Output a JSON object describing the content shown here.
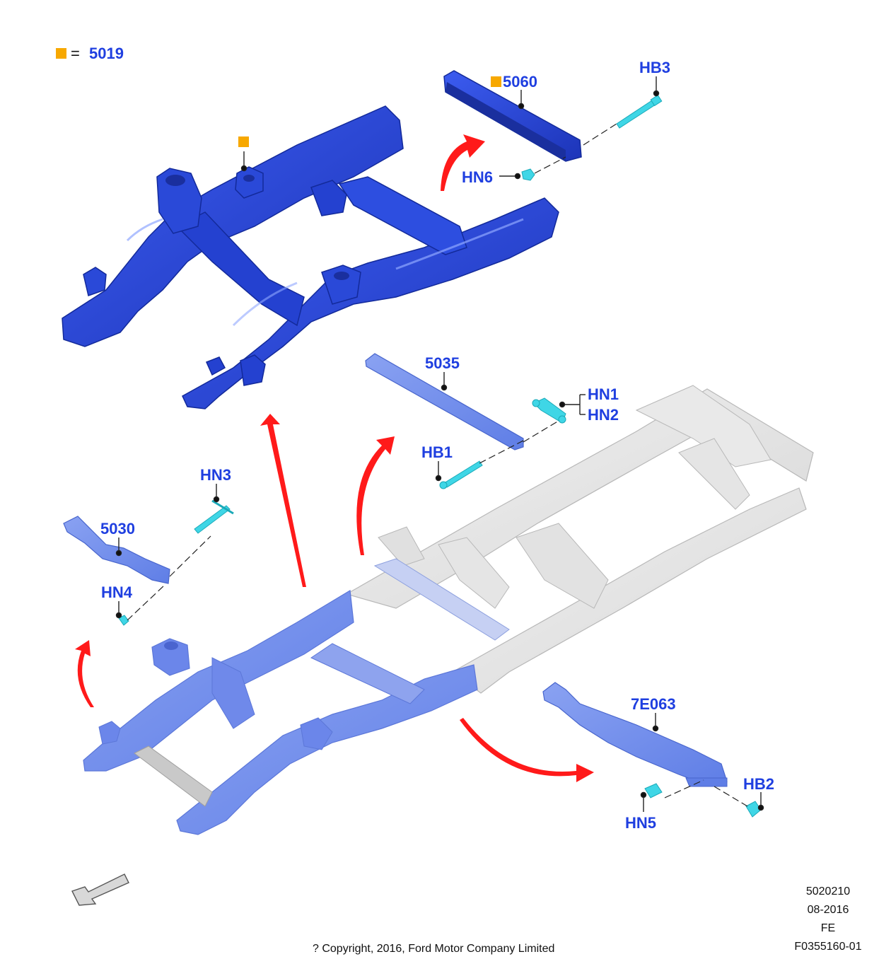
{
  "legend": {
    "symbol": "square",
    "color": "#f7a800",
    "equals": "=",
    "part": "5019"
  },
  "callouts": {
    "p5060": "5060",
    "hb3": "HB3",
    "hn6": "HN6",
    "p5035": "5035",
    "hn1": "HN1",
    "hn2": "HN2",
    "hb1": "HB1",
    "hn3": "HN3",
    "p5030": "5030",
    "hn4": "HN4",
    "p7e063": "7E063",
    "hb2": "HB2",
    "hn5": "HN5"
  },
  "footer": {
    "doc_number": "5020210",
    "date": "08-2016",
    "code": "FE",
    "figure_id": "F0355160-01",
    "copyright": "? Copyright, 2016, Ford Motor Company Limited"
  },
  "colors": {
    "frame_blue": "#2a49d8",
    "hardware_cyan": "#3fd6e6",
    "callout_text": "#1f3fe0",
    "arrow_red": "#ff1a1a",
    "highlight": "#f7a800",
    "ghost_frame": "#e4e4e4"
  },
  "icons": {
    "direction": "front-direction-arrow-icon",
    "callout_dot": "leader-dot-icon"
  }
}
